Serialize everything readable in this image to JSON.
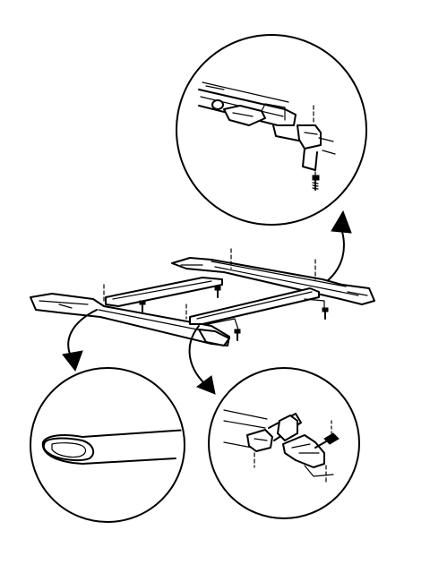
{
  "diagram": {
    "type": "exploded-assembly-illustration",
    "main_view": "roof-rack",
    "detail_views": [
      {
        "id": "top-right",
        "subject": "rear-rail-end-bracket-and-screw"
      },
      {
        "id": "bottom-left",
        "subject": "front-rail-end-cap"
      },
      {
        "id": "bottom-right",
        "subject": "crossbar-clamp-and-screw"
      }
    ],
    "colors": {
      "line": "#000000",
      "background": "#ffffff"
    }
  }
}
